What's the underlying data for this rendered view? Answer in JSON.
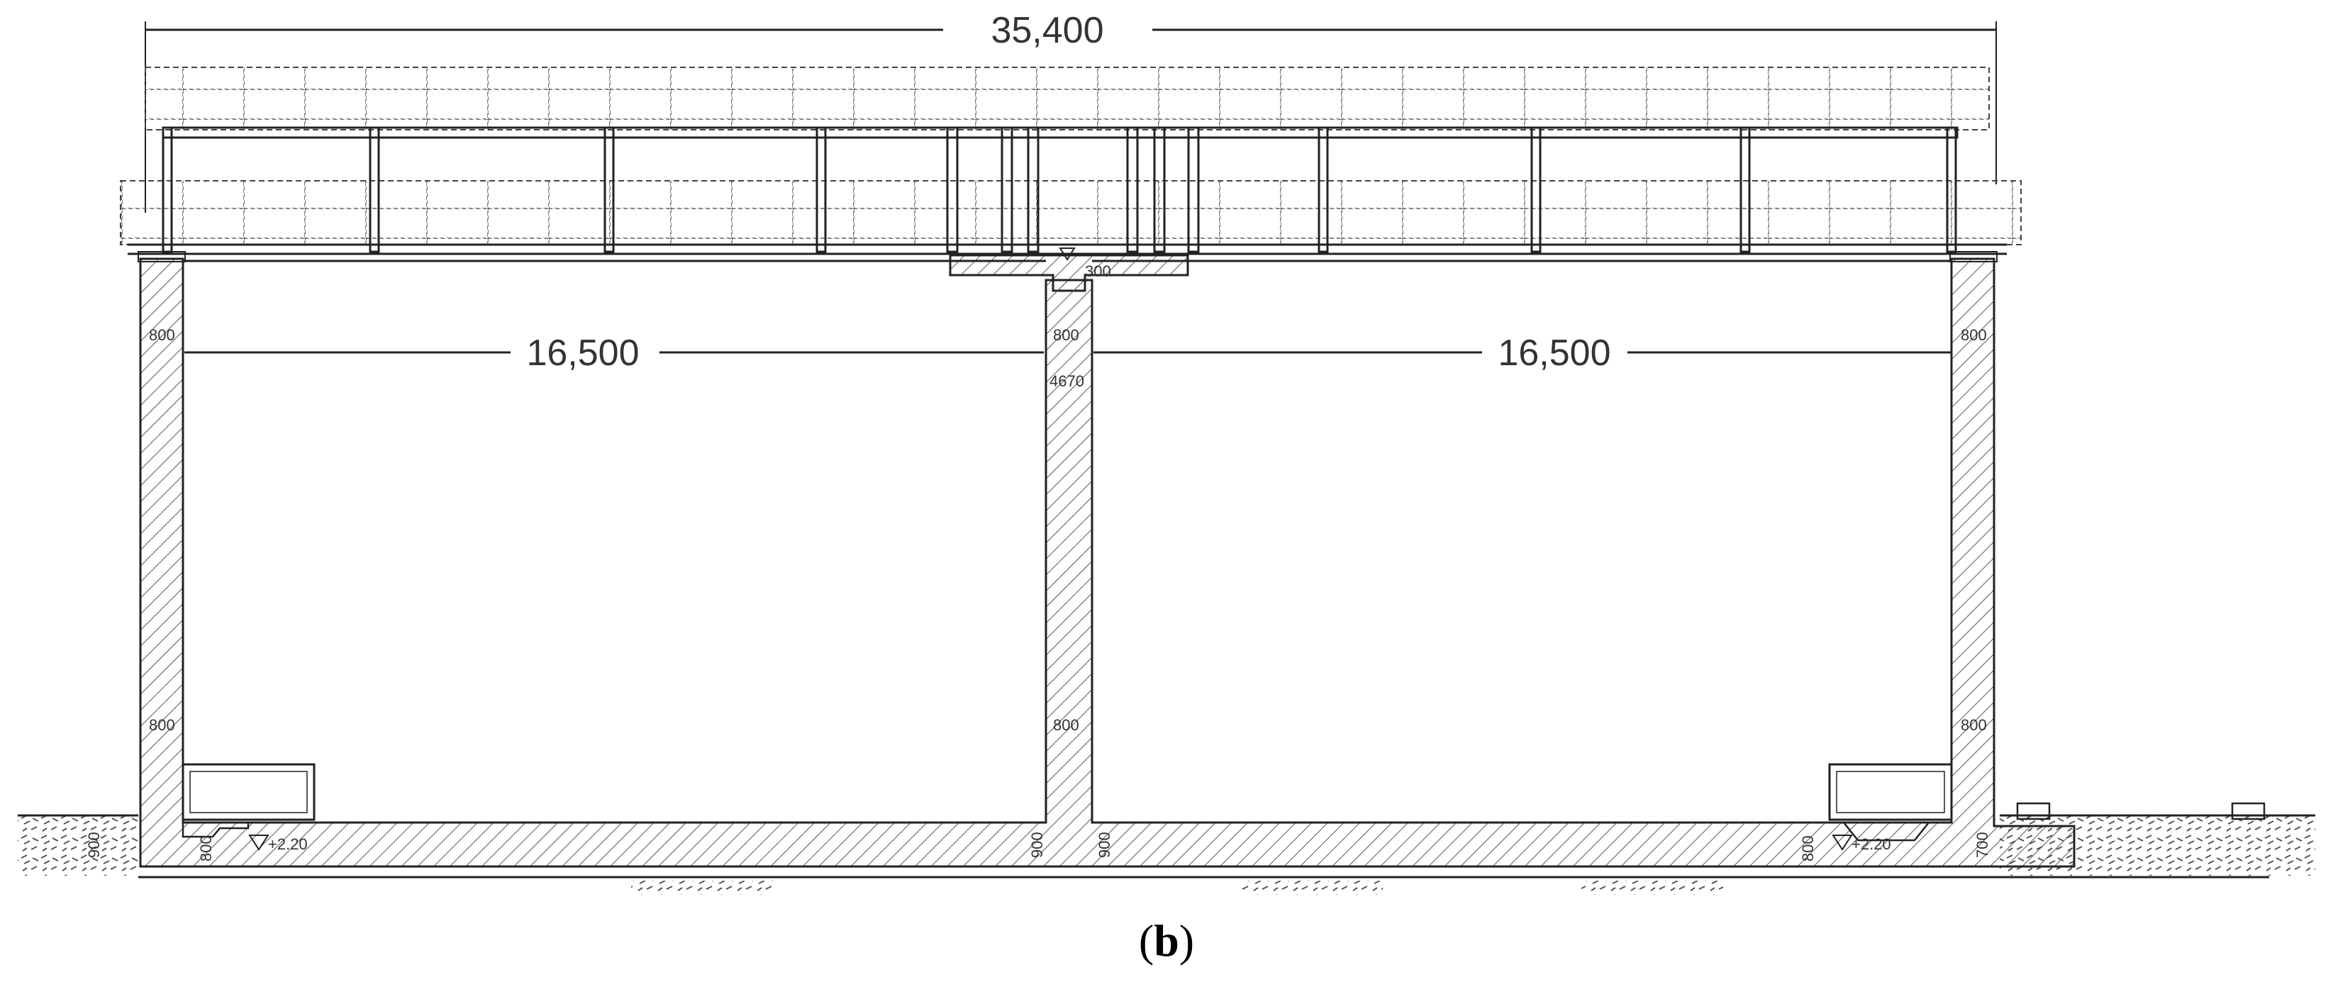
{
  "dimensions": {
    "overall": "35,400",
    "left_span": "16,500",
    "right_span": "16,500"
  },
  "annotations": {
    "wall_left_top": "800",
    "wall_left_bottom": "800",
    "wall_mid_top": "800",
    "wall_mid_bottom": "800",
    "wall_right_top": "800",
    "wall_right_bottom": "800",
    "slab_left": "900",
    "slab_mid_left": "900",
    "slab_mid_right": "900",
    "slab_right": "700",
    "sump_left": "800",
    "sump_right": "800",
    "level_left": "+2.20",
    "level_right": "+2.20",
    "mid_height": "4670",
    "top_level": "300"
  },
  "caption": {
    "open": "(",
    "letter": "b",
    "close": ")"
  },
  "colors": {
    "line": "#222222",
    "hatch": "#555555",
    "grid": "#444444",
    "text": "#333333"
  }
}
